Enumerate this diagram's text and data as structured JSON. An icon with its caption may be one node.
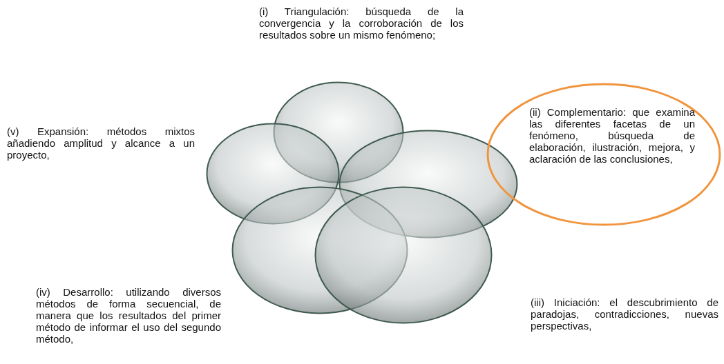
{
  "diagram": {
    "nodes": [
      {
        "text": [],
        "shape": "circle"
      },
      {
        "text": [],
        "shape": "circle"
      },
      {
        "text": [],
        "shape": "circle"
      },
      {
        "text": [],
        "shape": "circle"
      },
      {
        "text": [],
        "shape": "circle"
      },
      {
        "text": [
          "(ii) Complementario: que examina las diferentes facetas de un fenómeno, búsqueda de elaboración, ilustración, mejora, y aclaración de las conclusiones,"
        ]
      }
    ],
    "labels": [
      "(i) Triangulación: búsqueda de la convergencia y la corroboración de los resultados sobre un mismo fenómeno;",
      "(v) Expansión: métodos mixtos añadiendo amplitud y alcance a un proyecto,",
      "(iv) Desarrollo: utilizando diversos métodos de forma secuencial, de manera que los resultados del primer método de informar el uso del segundo método,",
      "(iii) Iniciación: el descubrimiento de paradojas, contradicciones, nuevas perspectivas,"
    ]
  }
}
